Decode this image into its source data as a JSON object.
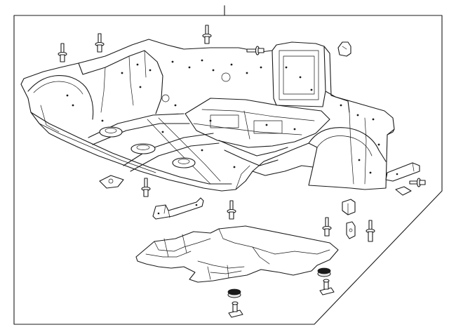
{
  "diagram": {
    "parts": [
      {
        "name": "floor-pan-assembly"
      },
      {
        "name": "floor-insulator"
      },
      {
        "name": "floor-support-bracket"
      },
      {
        "name": "mounting-studs"
      },
      {
        "name": "clips"
      },
      {
        "name": "isolator-mounts"
      }
    ]
  }
}
